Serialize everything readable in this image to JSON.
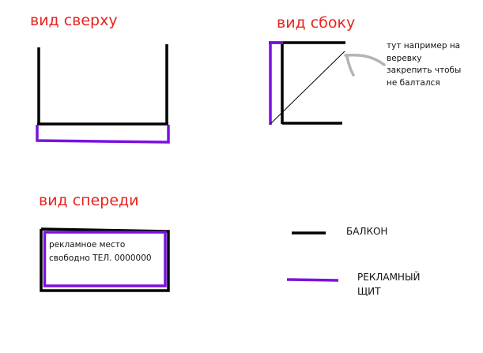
{
  "labels": {
    "top_view": "вид сверху",
    "side_view": "вид сбоку",
    "front_view": "вид спереди"
  },
  "side_note": [
    "тут например на",
    "веревку",
    "закрепить чтобы",
    "не балтался"
  ],
  "ad_text": [
    "рекламное место",
    "свободно ТЕЛ. 0000000"
  ],
  "legend": {
    "balcony": "БАЛКОН",
    "billboard_line1": "РЕКЛАМНЫЙ",
    "billboard_line2": "ЩИТ"
  },
  "colors": {
    "balcony": "#000000",
    "billboard": "#7a12e0",
    "title": "#e8231e",
    "rope": "#000000",
    "arrow": "#b4b4b4"
  }
}
